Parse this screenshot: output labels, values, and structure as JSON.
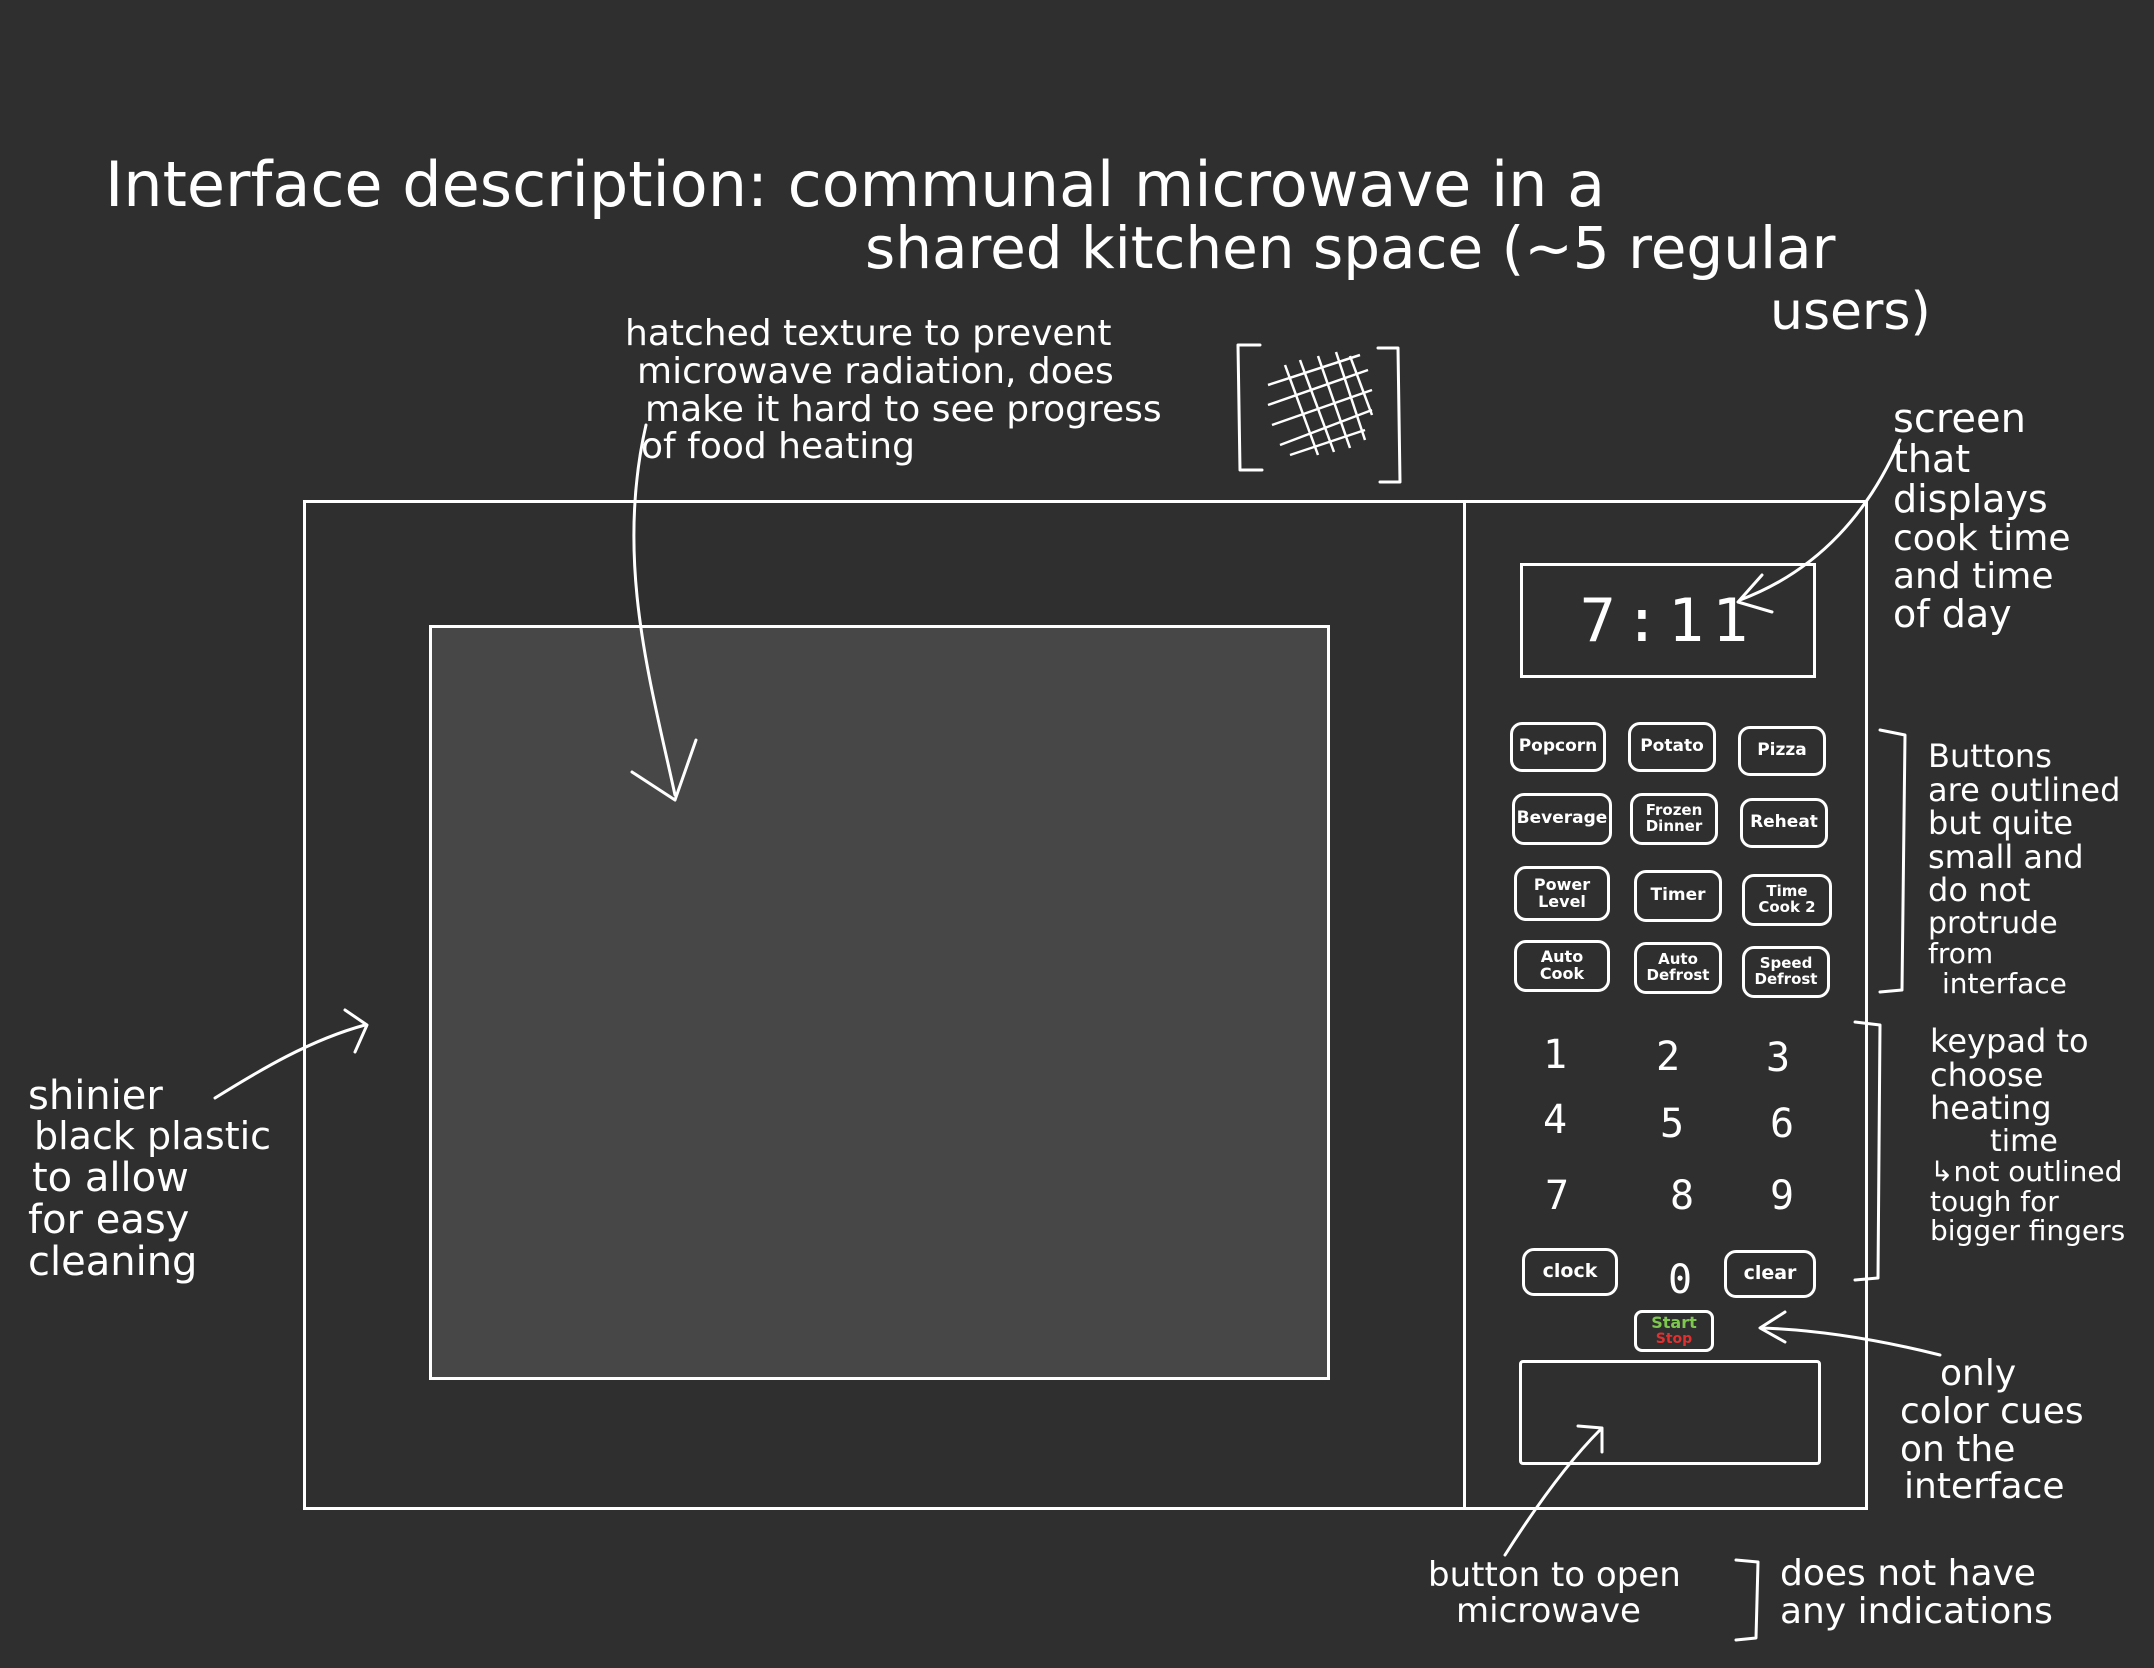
{
  "title": {
    "line1": "Interface description: communal microwave in a",
    "line2": "shared kitchen space (~5 regular",
    "line3": "users)"
  },
  "display": {
    "time": "7:11"
  },
  "function_buttons": [
    [
      "Popcorn",
      "Potato",
      "Pizza"
    ],
    [
      "Beverage",
      "Frozen Dinner",
      "Reheat"
    ],
    [
      "Power Level",
      "Timer",
      "Time Cook 2"
    ],
    [
      "Auto Cook",
      "Auto Defrost",
      "Speed Defrost"
    ]
  ],
  "keypad": [
    [
      "1",
      "2",
      "3"
    ],
    [
      "4",
      "5",
      "6"
    ],
    [
      "7",
      "8",
      "9"
    ]
  ],
  "bottom_keys": {
    "clock": "clock",
    "zero": "0",
    "clear": "clear"
  },
  "start_stop": {
    "start": "Start",
    "stop": "Stop",
    "start_color": "#7ec850",
    "stop_color": "#e03030"
  },
  "annotations": {
    "hatched": [
      "hatched texture to prevent",
      "microwave radiation, does",
      "make it hard to see progress",
      "of food heating"
    ],
    "screen": [
      "screen",
      "that",
      "displays",
      "cook time",
      "and time",
      "of day"
    ],
    "buttons": [
      "Buttons",
      "are outlined",
      "but quite",
      "small and",
      "do not",
      "protrude",
      "from",
      "interface"
    ],
    "keypad": [
      "keypad to",
      "choose",
      "heating",
      "time",
      "↳not outlined",
      "tough for",
      "bigger fingers"
    ],
    "plastic": [
      "shinier",
      "black plastic",
      "to allow",
      "for easy",
      "cleaning"
    ],
    "color": [
      "only",
      "color cues",
      "on the",
      "interface"
    ],
    "open_button": [
      "button to open",
      "microwave"
    ],
    "no_indications": [
      "does not have",
      "any indications"
    ]
  }
}
